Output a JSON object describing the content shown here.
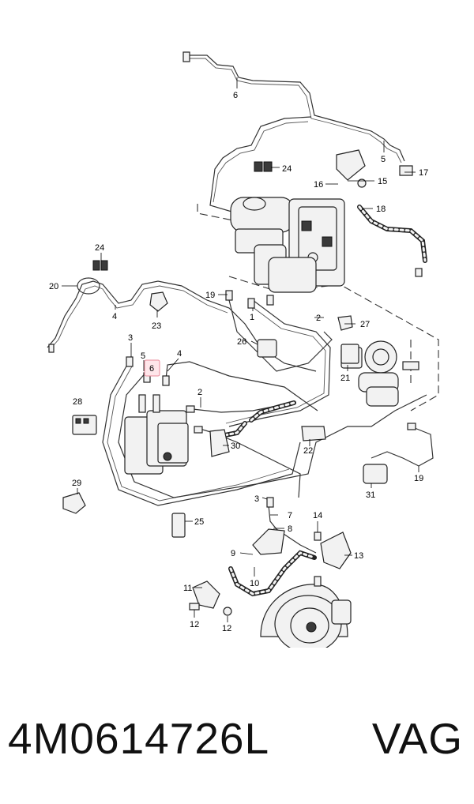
{
  "diagram": {
    "callouts": [
      {
        "id": "c6a",
        "text": "6"
      },
      {
        "id": "c5a",
        "text": "5"
      },
      {
        "id": "c17",
        "text": "17"
      },
      {
        "id": "c24a",
        "text": "24"
      },
      {
        "id": "c16",
        "text": "16"
      },
      {
        "id": "c15",
        "text": "15"
      },
      {
        "id": "c18",
        "text": "18"
      },
      {
        "id": "c24b",
        "text": "24"
      },
      {
        "id": "c20",
        "text": "20"
      },
      {
        "id": "c4a",
        "text": "4"
      },
      {
        "id": "c23",
        "text": "23"
      },
      {
        "id": "c19a",
        "text": "19"
      },
      {
        "id": "c1",
        "text": "1"
      },
      {
        "id": "c2a",
        "text": "2"
      },
      {
        "id": "c27",
        "text": "27"
      },
      {
        "id": "c26",
        "text": "26"
      },
      {
        "id": "c3a",
        "text": "3"
      },
      {
        "id": "c5b",
        "text": "5"
      },
      {
        "id": "c6b",
        "text": "6"
      },
      {
        "id": "c4b",
        "text": "4"
      },
      {
        "id": "c21",
        "text": "21"
      },
      {
        "id": "c28",
        "text": "28"
      },
      {
        "id": "c2b",
        "text": "2"
      },
      {
        "id": "c30",
        "text": "30"
      },
      {
        "id": "c22",
        "text": "22"
      },
      {
        "id": "c19b",
        "text": "19"
      },
      {
        "id": "c31",
        "text": "31"
      },
      {
        "id": "c29",
        "text": "29"
      },
      {
        "id": "c3b",
        "text": "3"
      },
      {
        "id": "c7",
        "text": "7"
      },
      {
        "id": "c8",
        "text": "8"
      },
      {
        "id": "c25",
        "text": "25"
      },
      {
        "id": "c14",
        "text": "14"
      },
      {
        "id": "c9",
        "text": "9"
      },
      {
        "id": "c13",
        "text": "13"
      },
      {
        "id": "c10",
        "text": "10"
      },
      {
        "id": "c11",
        "text": "11"
      },
      {
        "id": "c12a",
        "text": "12"
      },
      {
        "id": "c12b",
        "text": "12"
      }
    ],
    "highlight_color": "#e88a9a"
  },
  "caption": {
    "part_number": "4M0614726L",
    "brand": "VAG"
  }
}
